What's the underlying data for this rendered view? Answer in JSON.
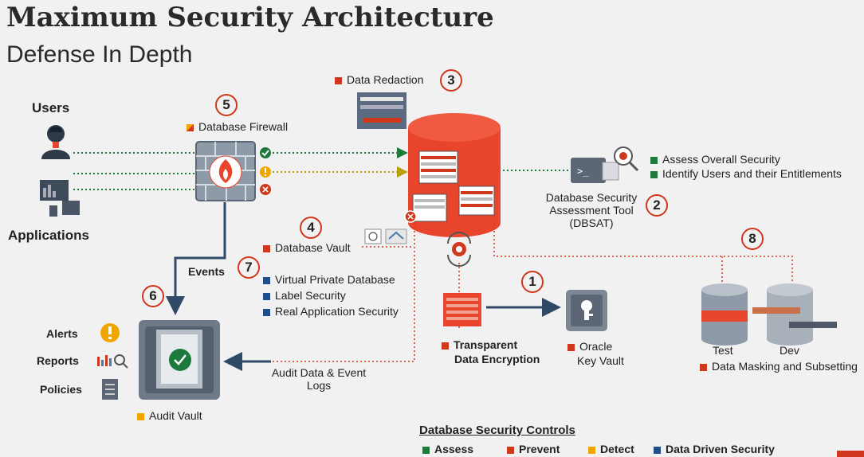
{
  "title": "Maximum Security Architecture",
  "subtitle": "Defense In Depth",
  "users_label": "Users",
  "applications_label": "Applications",
  "firewall": {
    "label": "Database Firewall",
    "number": "5"
  },
  "redaction": {
    "label": "Data Redaction",
    "number": "3"
  },
  "dbsat": {
    "label_lines": [
      "Database Security",
      "Assessment Tool",
      "(DBSAT)"
    ],
    "number": "2",
    "items": [
      "Assess Overall Security",
      "Identify Users and their Entitlements"
    ]
  },
  "vault": {
    "label": "Database Vault",
    "number": "4"
  },
  "events_label": "Events",
  "controls7": {
    "number": "7",
    "items": [
      "Virtual Private Database",
      "Label Security",
      "Real Application Security"
    ]
  },
  "audit": {
    "number": "6",
    "label": "Audit Vault",
    "side_items": [
      "Alerts",
      "Reports",
      "Policies"
    ],
    "data_label_lines": [
      "Audit Data & Event",
      "Logs"
    ]
  },
  "tde": {
    "number": "1",
    "label_lines": [
      "Transparent",
      "Data Encryption"
    ]
  },
  "keyvault": {
    "label_lines": [
      "Oracle",
      "Key Vault"
    ]
  },
  "masking": {
    "number": "8",
    "test_label": "Test",
    "dev_label": "Dev",
    "label": "Data Masking and Subsetting"
  },
  "legend": {
    "title": "Database Security Controls",
    "items": [
      {
        "label": "Assess",
        "color": "#1e7a3c"
      },
      {
        "label": "Prevent",
        "color": "#d0381e"
      },
      {
        "label": "Detect",
        "color": "#f0a500"
      },
      {
        "label": "Data Driven Security",
        "color": "#1f4e8c"
      }
    ]
  },
  "colors": {
    "assess": "#1e7a3c",
    "prevent": "#d0381e",
    "detect": "#f0a500",
    "data_driven": "#1f4e8c"
  }
}
